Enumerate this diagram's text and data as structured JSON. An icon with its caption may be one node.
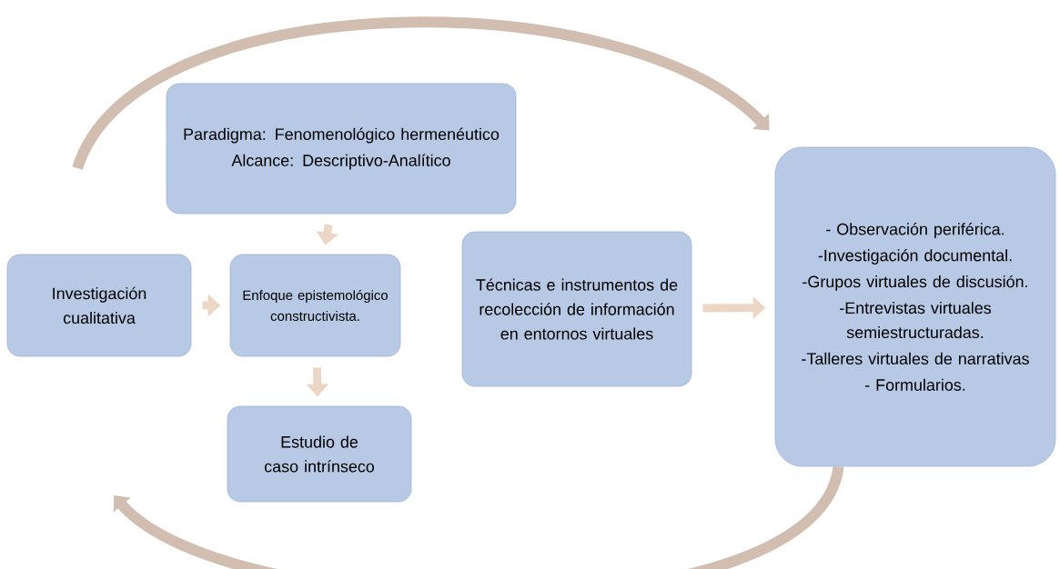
{
  "diagram": {
    "nodes": [
      {
        "text": [
          "Paradigma: Fenomenológico hermenéutico",
          "Alcance: Descriptivo-Analítico"
        ]
      },
      {
        "text": [
          "Investigación cualitativa"
        ]
      },
      {
        "text": [
          "Enfoque epistemológico constructivista."
        ]
      },
      {
        "text": [
          "Estudio de caso intrínseco"
        ]
      },
      {
        "text": [
          "Técnicas e instrumentos de recolección de información en entornos virtuales"
        ]
      },
      {
        "text": [
          "- Observación periférica.",
          "-Investigación documental.",
          "-Grupos virtuales de discusión.",
          "-Entrevistas virtuales semiestructuradas.",
          "-Talleres virtuales de narrativas",
          "- Formularios."
        ]
      }
    ],
    "edges": [
      {
        "from": 0,
        "to": 2,
        "arrow": "to"
      },
      {
        "from": 1,
        "to": 2,
        "arrow": "to"
      },
      {
        "from": 2,
        "to": 3,
        "arrow": "to"
      },
      {
        "from": 4,
        "to": 5,
        "arrow": "to"
      },
      {
        "from": null,
        "to": 5,
        "arrow": "to"
      },
      {
        "from": 5,
        "to": null,
        "arrow": "to"
      }
    ]
  }
}
